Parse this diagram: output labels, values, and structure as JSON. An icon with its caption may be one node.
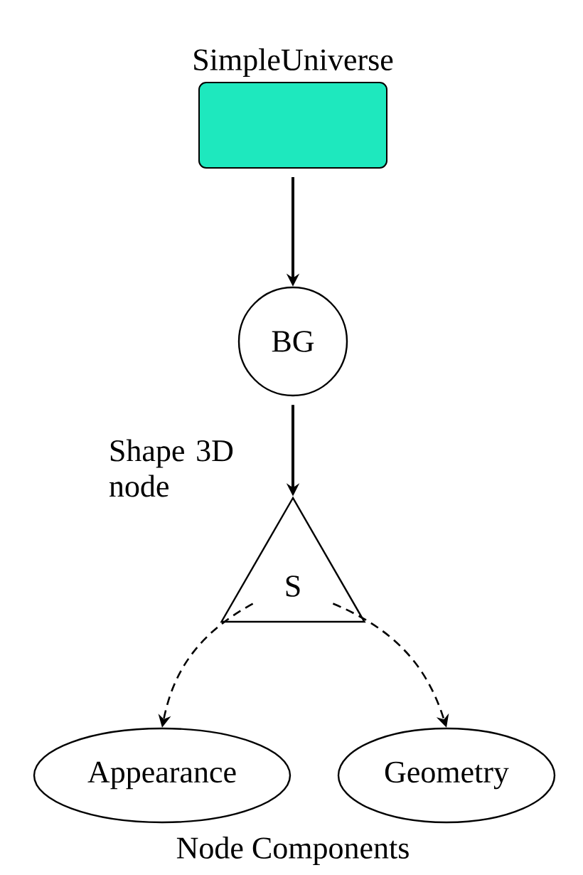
{
  "diagram": {
    "nodes": [
      {
        "text": [
          "SimpleUniverse"
        ]
      },
      {
        "text": [
          "BG"
        ]
      },
      {
        "text": [
          "S"
        ],
        "beside": [
          "Shape 3D node"
        ]
      },
      {
        "text": [
          "Appearance"
        ]
      },
      {
        "text": [
          "Geometry"
        ]
      }
    ],
    "edges": [
      {
        "from": 0,
        "to": 1,
        "arrow": "to"
      },
      {
        "from": 1,
        "to": 2,
        "arrow": "to"
      },
      {
        "from": 2,
        "to": 3,
        "arrow": "to",
        "style": "dashed"
      },
      {
        "from": 2,
        "to": 4,
        "arrow": "to",
        "style": "dashed"
      }
    ],
    "labels": [
      "Node Components"
    ]
  }
}
